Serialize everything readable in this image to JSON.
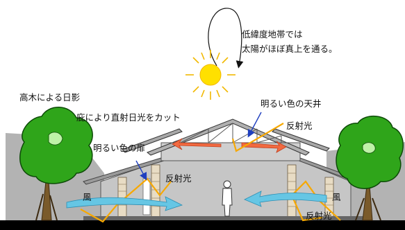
{
  "labels": {
    "sun_note_line1": "低緯度地帯では",
    "sun_note_line2": "太陽がほぼ真上を通る。",
    "tall_tree_shade": "高木による日影",
    "eaves_cut": "庇により直射日光をカット",
    "bright_ceiling": "明るい色の天井",
    "reflected_light_roof": "反射光",
    "bright_door": "明るい色の扉",
    "reflected_light_left": "反射光",
    "wind_left": "風",
    "wind_right": "風",
    "reflected_light_right": "反射光"
  },
  "colors": {
    "sun_fill": "#ffe000",
    "sun_rays": "#f2b800",
    "reflected_light": "#f7a800",
    "heat_arrow": "#f26a40",
    "wind": "#66c6e4",
    "tree_foliage": "#2fa51a",
    "shadow_gray": "#b3b3b3",
    "building_wall": "#c6c6c6",
    "roof_sheet": "#b0b0b0",
    "pointer_blue": "#1f3fbf"
  }
}
